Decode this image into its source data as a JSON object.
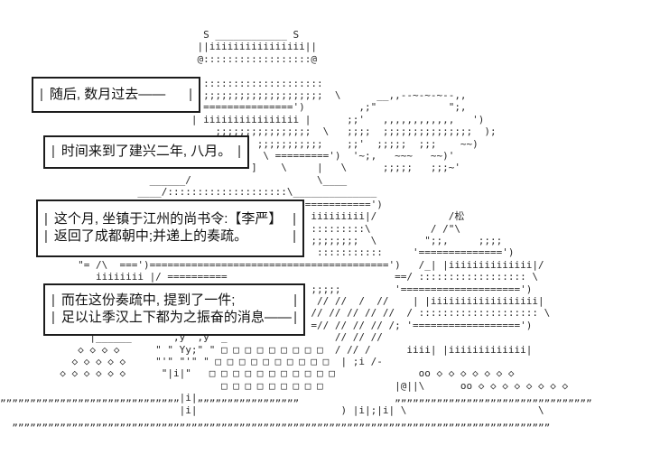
{
  "page": {
    "background": "#ffffff",
    "ink": "#222222"
  },
  "dialogue_boxes": [
    {
      "pipe": "|",
      "lines": [
        "随后, 数月过去——"
      ]
    },
    {
      "pipe": "|",
      "lines": [
        "时间来到了建兴二年, 八月。"
      ]
    },
    {
      "pipe": "|",
      "lines": [
        "这个月, 坐镇于江州的尚书令:【李严】",
        "返回了成都朝中;并递上的奏疏。"
      ]
    },
    {
      "pipe": "|",
      "lines": [
        "而在这份奏疏中, 提到了一件;",
        "足以让季汉上下都为之振奋的消息——"
      ]
    }
  ],
  "scene": {
    "description": "ASCII-art landscape: multi-tiered pagoda castle, cloud, pine tree labeled 松, stone block wall, diamond-shaped bushes, hatched ground",
    "tree_label": "松",
    "art": "                                  S ____________ S\n                                 ||iiiiiiiiiiiiiiii||\n                                 @::::::::::::::::::@\n\n                                  ::::::::::::::::::::\n                                  ;;;;;;;;;;;;;;;;;;;;  \\      __,,--~-~-~--,,\n                                  ===============')         ,;\"            \";,\n                                | iiiiiiiiiiiiiiii |      ;;'   ,,,,,,,,,,,,   ')\n                                    ;;;;;;;;;;;;;;;;  \\   ;;;;  ;;;;;;;;;;;;;;;  );\n                                           ;;;;;;;;;;;    ;;'  ;;;;;  ;;;    ~~)\n                                            \\ =========')  '~;,   ~~~   ~~)'\n                                          ]    \\     |   \\      ;;;;;   ;;;~'\n                         ______/                     \\____\n                       ____/::::::::::::::::::::\\______________\n                                                   ===========')\n                                                    iiiiiiiii|/            /松\n                                                    :::::::::\\          / /\"\\\n                                                    ;;;;;;;;  \\        \";;,     ;;;;\n                                                     :::::::::::     '==============')\n             \"= /\\  ===')========================================')   /_| |iiiiiiiiiiiiii|/\n                iiiiiiii |/ ==========                            ==/ :::::::::::::::::: \\\n                                                    ;;;;;         '====================')\n                                                     // //  /  //    | |iiiiiiiiiiiiiiiiii|\n                                                    // // // // //  / :::::::::::::::::::: \\\n                                                    =// // // // /; '==================')\n               |______      \",y \",y \"_                  // // //\n             ◇ ◇ ◇ ◇      \" \" Yy;\" \" □ □ □ □ □ □ □ □ □  / // /      iiii| |iiiiiiiiiiiii|\n            ◇ ◇ ◇ ◇ ◇     \"'\" \"'\" \" □ □ □ □ □ □ □ □ □ □  | ;i /-\n          ◇ ◇ ◇ ◇ ◇ ◇      \"|i|\"   □ □ □ □ □ □ □ □ □ □ □              oo ◇ ◇ ◇ ◇ ◇ ◇ ◇\n                                     □ □ □ □ □ □ □ □ □            |@||\\      oo ◇ ◇ ◇ ◇ ◇ ◇ ◇ ◇\n„„„„„„„„„„„„„„„„„„„„„„„„„„„„„„|i|„„„„„„„„„„„„„„„„„                „„„„„„„„„„„„„„„„„„„„„„„„„„„„„„„„„\n                              |i|                        ) |i|;|i| \\                      \\\n  „„„„„„„„„„„„„„„„„„„„„„„„„„„„„„„„„„„„„„„„„„„„„„„„„„„„„„„„„„„„„„„„„„„„„„„„„„„„„„„„„„„„„„„„„„"
  }
}
